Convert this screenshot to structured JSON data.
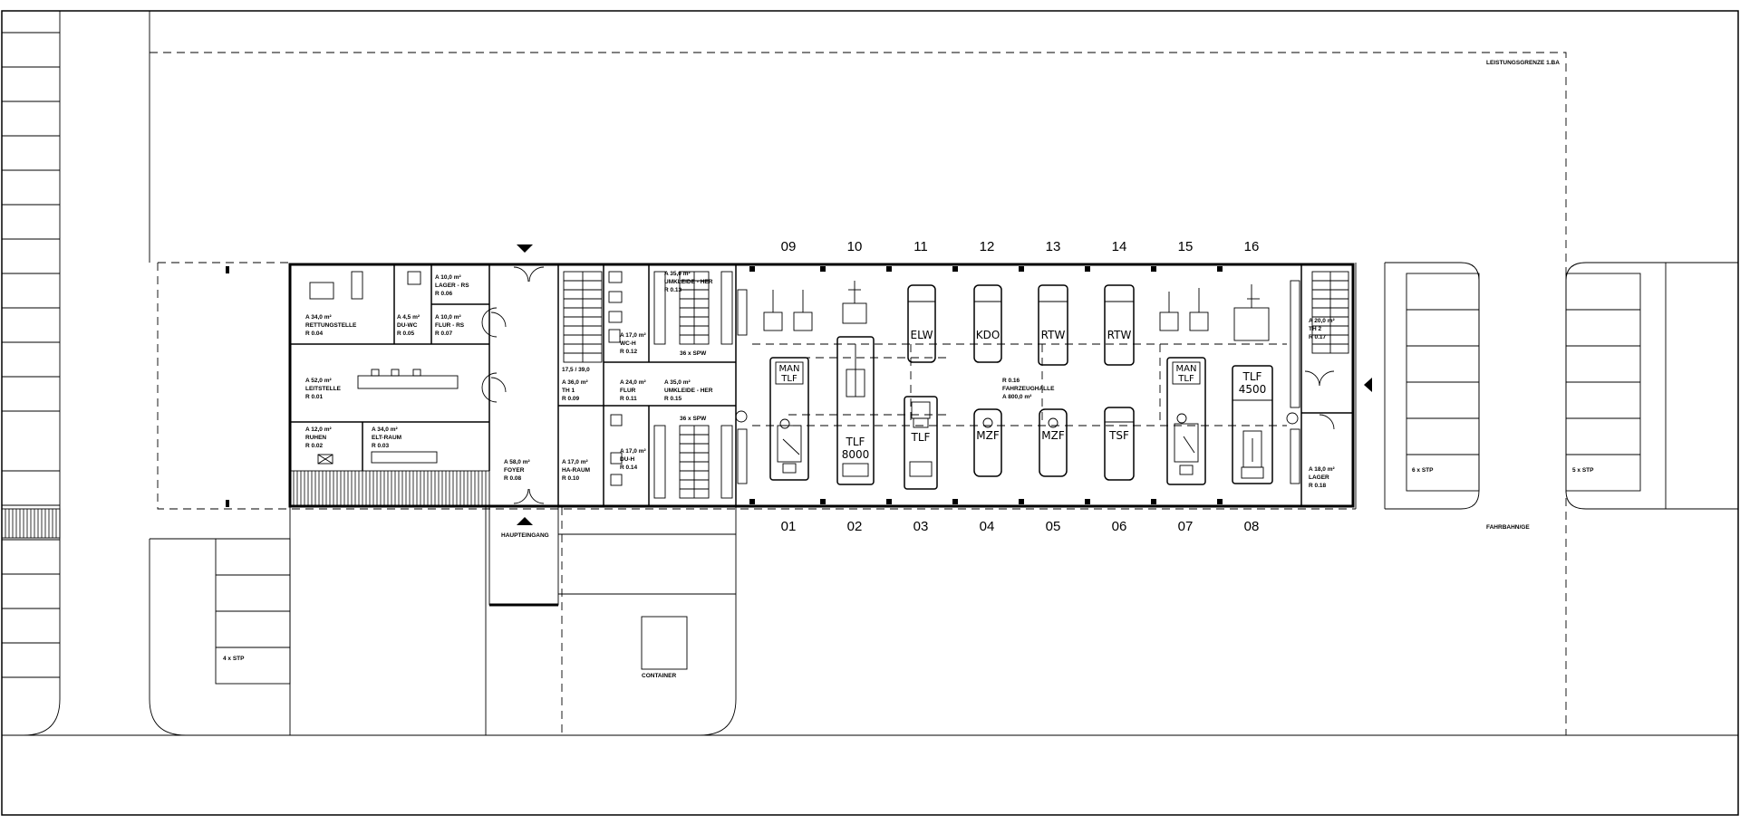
{
  "labels": {
    "site_boundary": "LEISTUNGSGRENZE 1.BA",
    "main_entrance": "HAUPTEINGANG",
    "driveway": "FAHRBAHN/GE",
    "parking_left": "4 x STP",
    "parking_right_a": "6 x STP",
    "parking_right_b": "5 x STP",
    "container": "CONTAINER"
  },
  "bays_top": [
    "09",
    "10",
    "11",
    "12",
    "13",
    "14",
    "15",
    "16"
  ],
  "bays_bottom": [
    "01",
    "02",
    "03",
    "04",
    "05",
    "06",
    "07",
    "08"
  ],
  "vehicles": {
    "elw": "ELW",
    "kdo": "KDO",
    "rtw1": "RTW",
    "rtw2": "RTW",
    "man1_l1": "MAN",
    "man1_l2": "TLF",
    "tlf8000_l1": "TLF",
    "tlf8000_l2": "8000",
    "tlf03": "TLF",
    "mzf1": "MZF",
    "mzf2": "MZF",
    "tsf": "TSF",
    "man2_l1": "MAN",
    "man2_l2": "TLF",
    "tlf4500_l1": "TLF",
    "tlf4500_l2": "4500"
  },
  "rooms": {
    "r04": {
      "area": "A 34,0 m²",
      "name": "RETTUNGSTELLE",
      "code": "R 0.04"
    },
    "r06": {
      "area": "A 10,0 m²",
      "name": "LAGER - RS",
      "code": "R 0.06"
    },
    "r05": {
      "area": "A 4,5 m²",
      "name": "DU-WC",
      "code": "R 0.05"
    },
    "r07": {
      "area": "A 10,0 m²",
      "name": "FLUR - RS",
      "code": "R 0.07"
    },
    "r01": {
      "area": "A 52,0 m²",
      "name": "LEITSTELLE",
      "code": "R 0.01"
    },
    "r02": {
      "area": "A 12,0 m²",
      "name": "RUHEN",
      "code": "R 0.02"
    },
    "r03": {
      "area": "A 34,0 m²",
      "name": "ELT-RAUM",
      "code": "R 0.03"
    },
    "r08": {
      "area": "A 58,0 m²",
      "name": "FOYER",
      "code": "R 0.08"
    },
    "stair": {
      "label": "17,5 / 39,0"
    },
    "r09": {
      "area": "A 36,0 m²",
      "name": "TH 1",
      "code": "R 0.09"
    },
    "r10": {
      "area": "A 17,0 m²",
      "name": "HA-RAUM",
      "code": "R 0.10"
    },
    "r13": {
      "area": "A 35,0 m²",
      "name": "UMKLEIDE - HER",
      "code": "R 0.13"
    },
    "r12": {
      "area": "A 17,0 m²",
      "name": "WC-H",
      "code": "R 0.12"
    },
    "r11": {
      "area": "A 24,0 m²",
      "name": "FLUR",
      "code": "R 0.11"
    },
    "r15": {
      "area": "A 35,0 m²",
      "name": "UMKLEIDE - HER",
      "code": "R 0.15"
    },
    "r14": {
      "area": "A 17,0 m²",
      "name": "DU-H",
      "code": "R 0.14"
    },
    "lockers_top": "36 x SPW",
    "lockers_bottom": "36 x SPW",
    "r16": {
      "code": "R 0.16",
      "name": "FAHRZEUGHALLE",
      "area": "A 800,0 m²"
    },
    "r17": {
      "area": "A 20,0 m²",
      "name": "TH 2",
      "code": "R 0.17"
    },
    "r18": {
      "area": "A 18,0 m²",
      "name": "LAGER",
      "code": "R 0.18"
    }
  }
}
